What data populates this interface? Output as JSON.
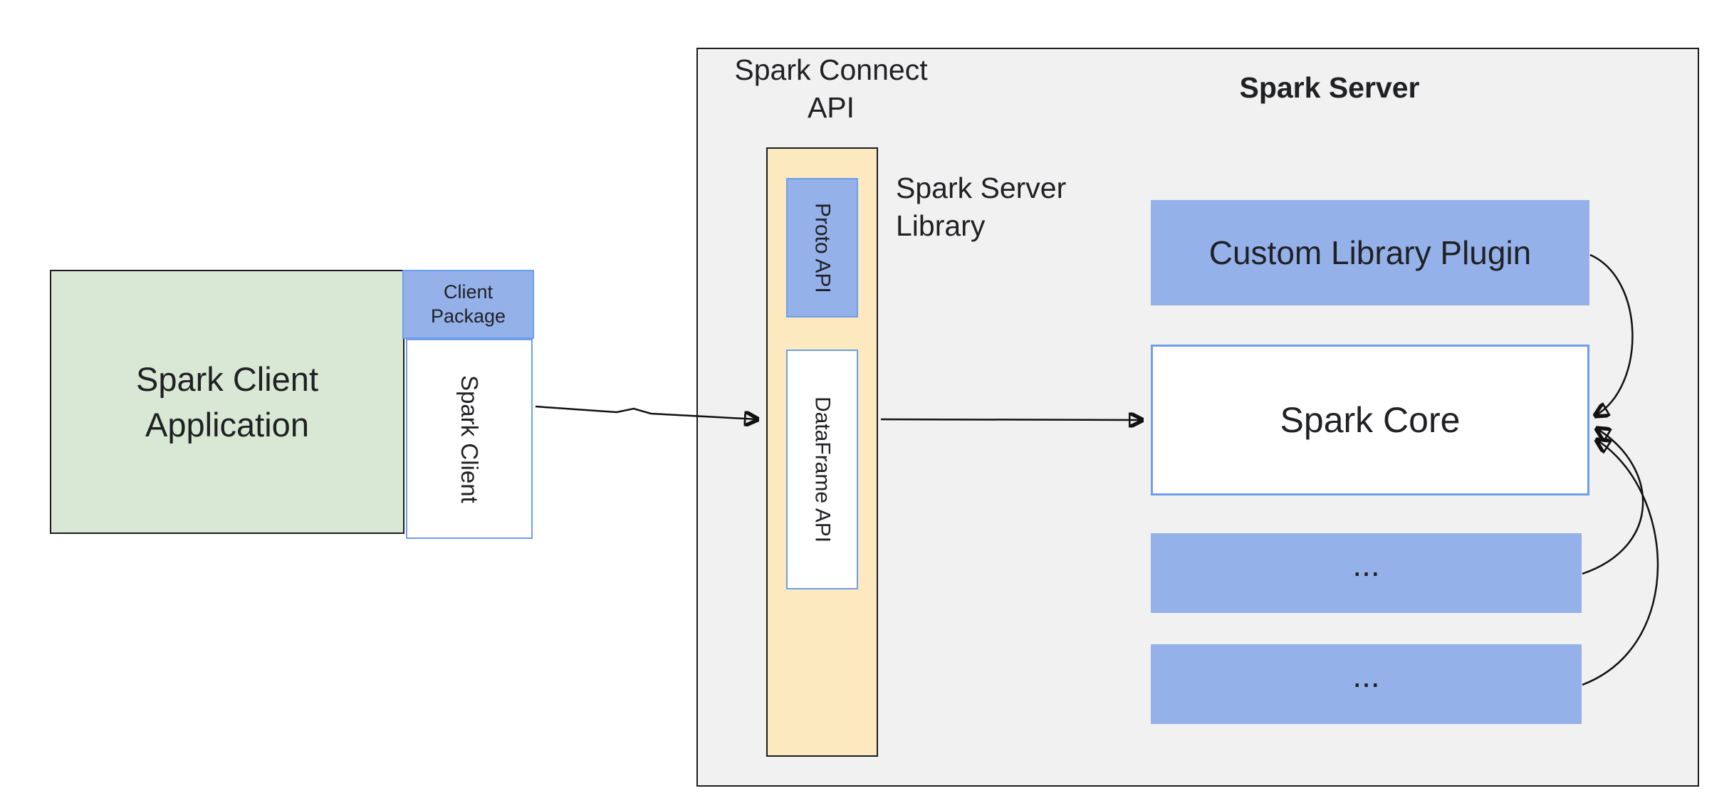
{
  "nodes": {
    "client_app": "Spark Client\nApplication",
    "client_package": "Client\nPackage",
    "spark_client": "Spark Client",
    "connect_api_label": "Spark Connect\nAPI",
    "server_title": "Spark Server",
    "proto_api": "Proto API",
    "server_library_label": "Spark Server\nLibrary",
    "dataframe_api": "DataFrame API",
    "custom_library_plugin": "Custom Library Plugin",
    "spark_core": "Spark Core",
    "plugin_more_top": "...",
    "plugin_more_bottom": "..."
  },
  "edges": [
    {
      "from": "spark_client",
      "to": "spark_connect_api_pillar"
    },
    {
      "from": "spark_connect_api_pillar",
      "to": "spark_core"
    },
    {
      "from": "custom_library_plugin",
      "to": "spark_core"
    },
    {
      "from": "plugin_more_top",
      "to": "spark_core"
    },
    {
      "from": "plugin_more_bottom",
      "to": "spark_core"
    }
  ],
  "colors": {
    "client_green": "#d9e8d4",
    "accent_blue": "#95b1ea",
    "blue_border": "#6d9eeb",
    "api_yellow": "#fce9c0",
    "server_gray": "#f1f1f1",
    "outline_dark": "#1c1c1c",
    "arrow_black": "#111111",
    "text_dark": "#202124"
  }
}
